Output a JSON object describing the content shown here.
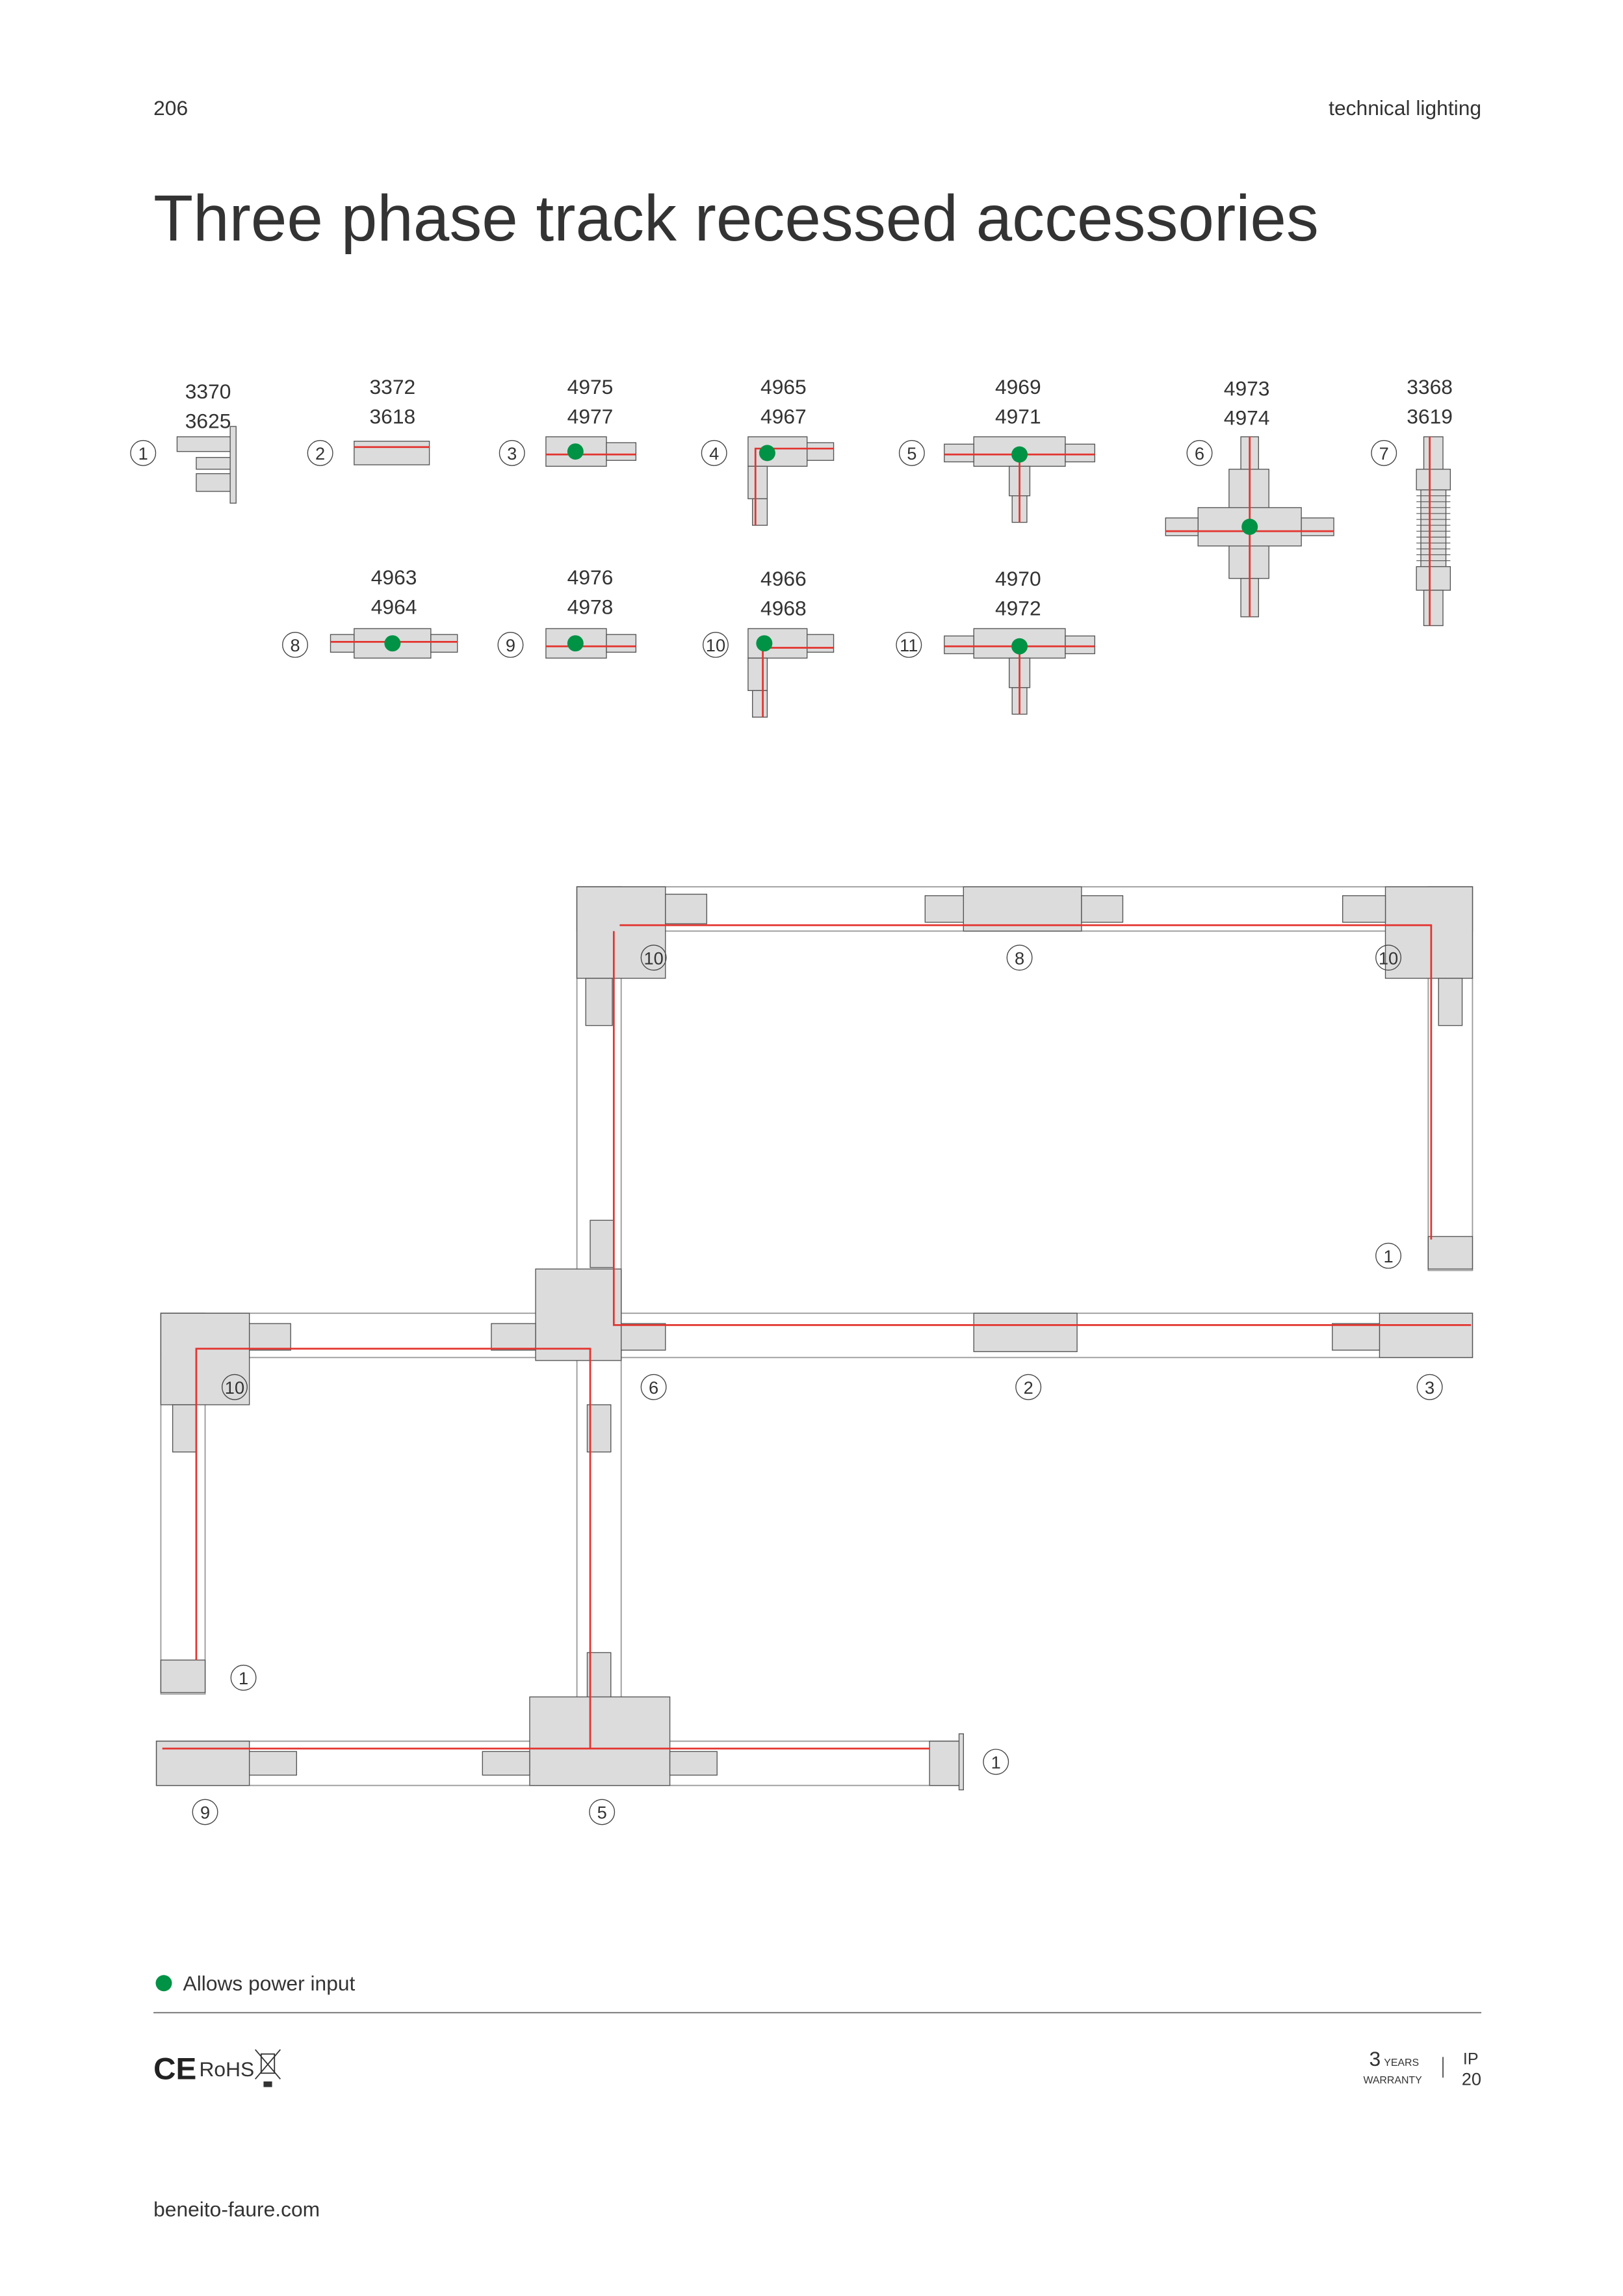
{
  "header": {
    "page_number": "206",
    "section": "technical lighting"
  },
  "title": "Three phase track recessed accessories",
  "accessories": [
    {
      "num": "1",
      "codes": [
        "3370",
        "3625"
      ],
      "power_input": false
    },
    {
      "num": "2",
      "codes": [
        "3372",
        "3618"
      ],
      "power_input": false
    },
    {
      "num": "3",
      "codes": [
        "4975",
        "4977"
      ],
      "power_input": true
    },
    {
      "num": "4",
      "codes": [
        "4965",
        "4967"
      ],
      "power_input": true
    },
    {
      "num": "5",
      "codes": [
        "4969",
        "4971"
      ],
      "power_input": true
    },
    {
      "num": "6",
      "codes": [
        "4973",
        "4974"
      ],
      "power_input": true
    },
    {
      "num": "7",
      "codes": [
        "3368",
        "3619"
      ],
      "power_input": false
    },
    {
      "num": "8",
      "codes": [
        "4963",
        "4964"
      ],
      "power_input": true
    },
    {
      "num": "9",
      "codes": [
        "4976",
        "4978"
      ],
      "power_input": true
    },
    {
      "num": "10",
      "codes": [
        "4966",
        "4968"
      ],
      "power_input": true
    },
    {
      "num": "11",
      "codes": [
        "4970",
        "4972"
      ],
      "power_input": true
    }
  ],
  "diagram_labels": [
    "10",
    "8",
    "10",
    "1",
    "10",
    "6",
    "2",
    "3",
    "1",
    "1",
    "9",
    "5"
  ],
  "legend": {
    "text": "Allows power input",
    "color": "#009245"
  },
  "certs": {
    "ce": "CE",
    "rohs": "RoHS"
  },
  "warranty": {
    "years": "3",
    "years_label": "YEARS",
    "warranty_label": "WARRANTY",
    "ip_label": "IP",
    "ip_value": "20"
  },
  "footer": {
    "website": "beneito-faure.com"
  }
}
